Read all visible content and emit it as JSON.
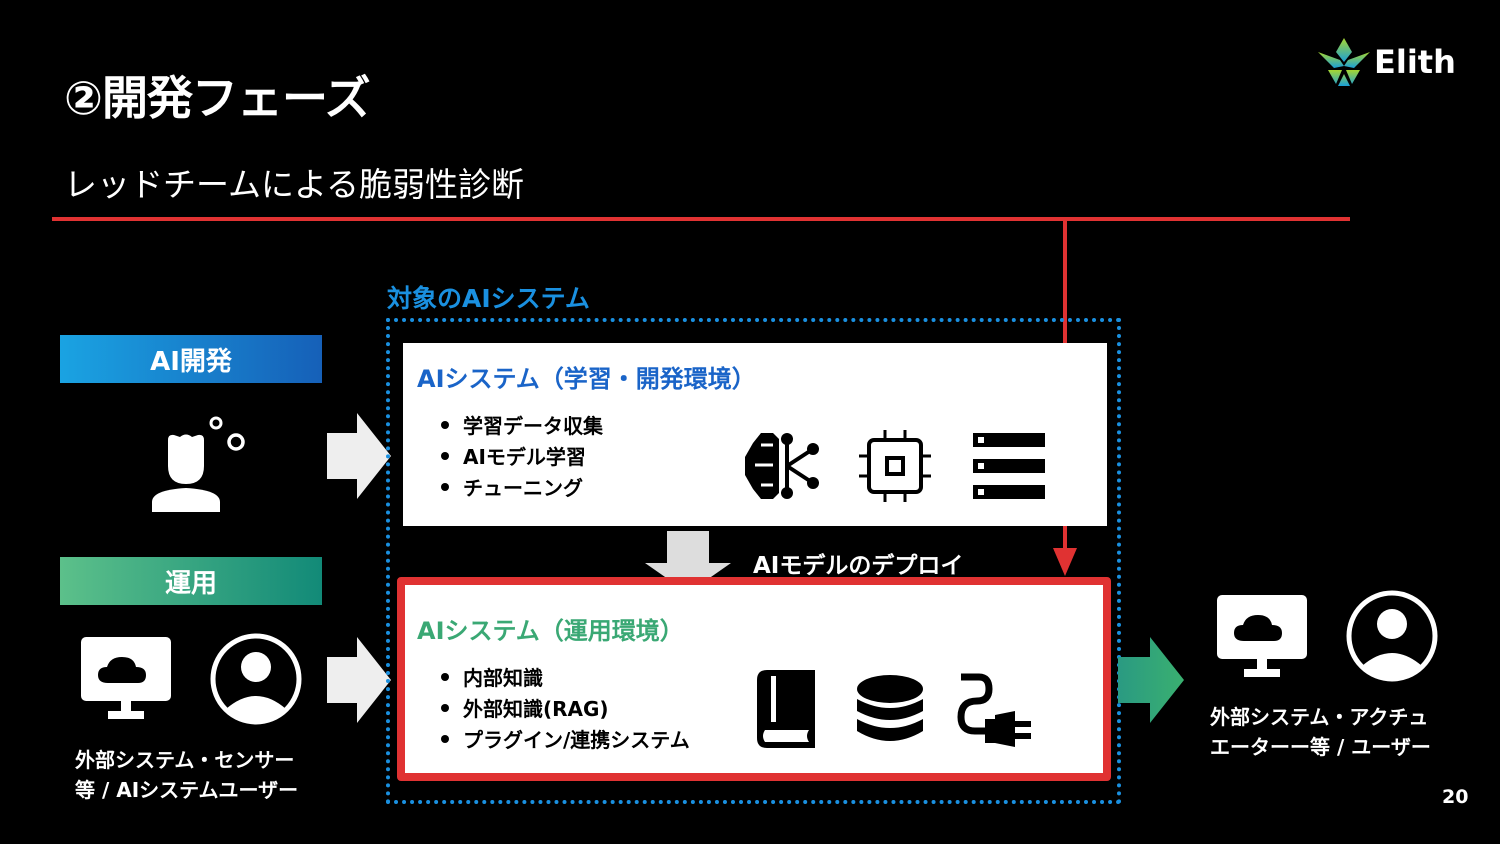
{
  "header": {
    "title": "②開発フェーズ",
    "subtitle": "レッドチームによる脆弱性診断",
    "logo_text": "Elith"
  },
  "colors": {
    "accent_red": "#e03232",
    "dev_blue": "#1a64c8",
    "ops_green": "#3aa874",
    "dotted": "#1a90e0"
  },
  "left": {
    "dev_label": "AI開発",
    "ops_label": "運用",
    "ops_caption_1": "外部システム・センサー",
    "ops_caption_2": "等 / AIシステムユーザー"
  },
  "target": {
    "label": "対象のAIシステム",
    "dev_box": {
      "title": "AIシステム（学習・開発環境）",
      "items": [
        "学習データ収集",
        "AIモデル学習",
        "チューニング"
      ]
    },
    "deploy_label": "AIモデルのデプロイ",
    "ops_box": {
      "title": "AIシステム（運用環境）",
      "items": [
        "内部知識",
        "外部知識(RAG)",
        "プラグイン/連携システム"
      ]
    }
  },
  "right": {
    "caption_1": "外部システム・アクチュ",
    "caption_2": "エーターー等 / ユーザー"
  },
  "page_number": "20"
}
